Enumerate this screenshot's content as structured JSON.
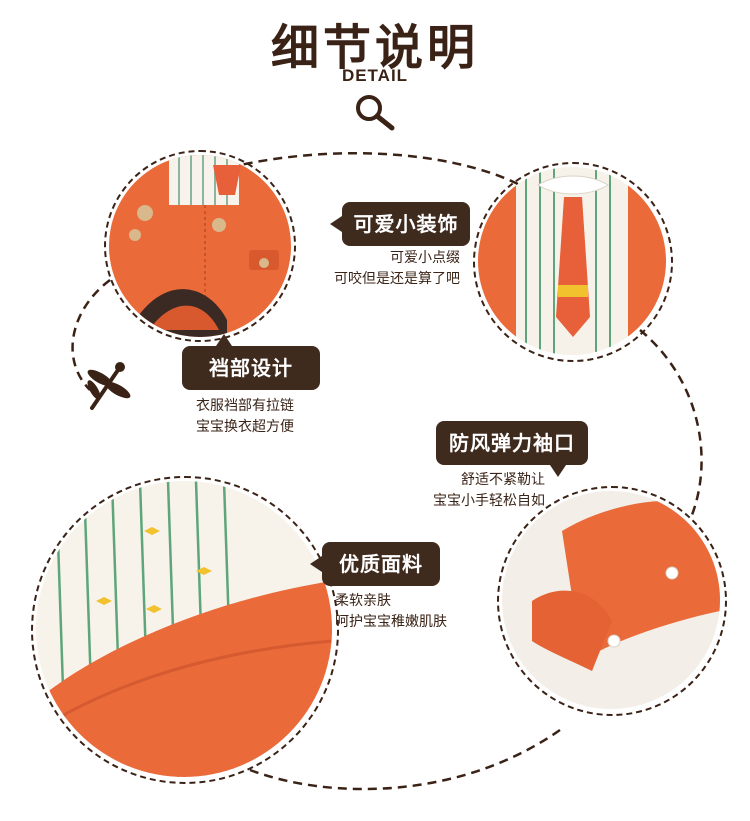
{
  "header": {
    "title": "细节说明",
    "subtitle": "DETAIL"
  },
  "features": [
    {
      "label": "可爱小装饰",
      "lines": [
        "可爱小点缀",
        "可咬但是还是算了吧"
      ]
    },
    {
      "label": "裆部设计",
      "lines": [
        "衣服裆部有拉链",
        "宝宝换衣超方便"
      ]
    },
    {
      "label": "防风弹力袖口",
      "lines": [
        "舒适不紧勒让",
        "宝宝小手轻松自如"
      ]
    },
    {
      "label": "优质面料",
      "lines": [
        "柔软亲肤",
        "呵护宝宝稚嫩肌肤"
      ]
    }
  ],
  "icons": [
    "search-icon",
    "dragonfly-icon"
  ],
  "colors": {
    "brand_dark": "#3f2a1e",
    "orange": "#ea6a3a",
    "stripe": "#2f8f6a",
    "bow": "#f2c12e"
  }
}
